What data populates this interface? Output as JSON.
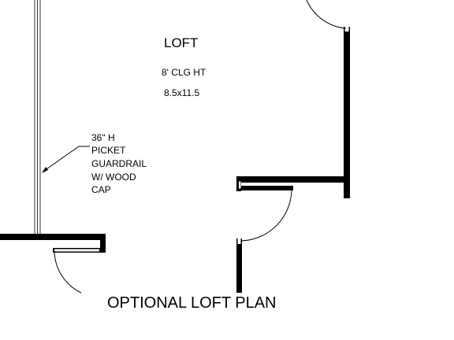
{
  "room": {
    "name": "LOFT",
    "ceiling": "8' CLG HT",
    "size": "8.5x11.5"
  },
  "callout": {
    "lines": [
      "36\" H",
      "PICKET",
      "GUARDRAIL",
      "W/ WOOD",
      "CAP"
    ]
  },
  "plan_title": "OPTIONAL LOFT PLAN",
  "colors": {
    "wall": "#000000",
    "line": "#000000",
    "background": "#ffffff"
  }
}
